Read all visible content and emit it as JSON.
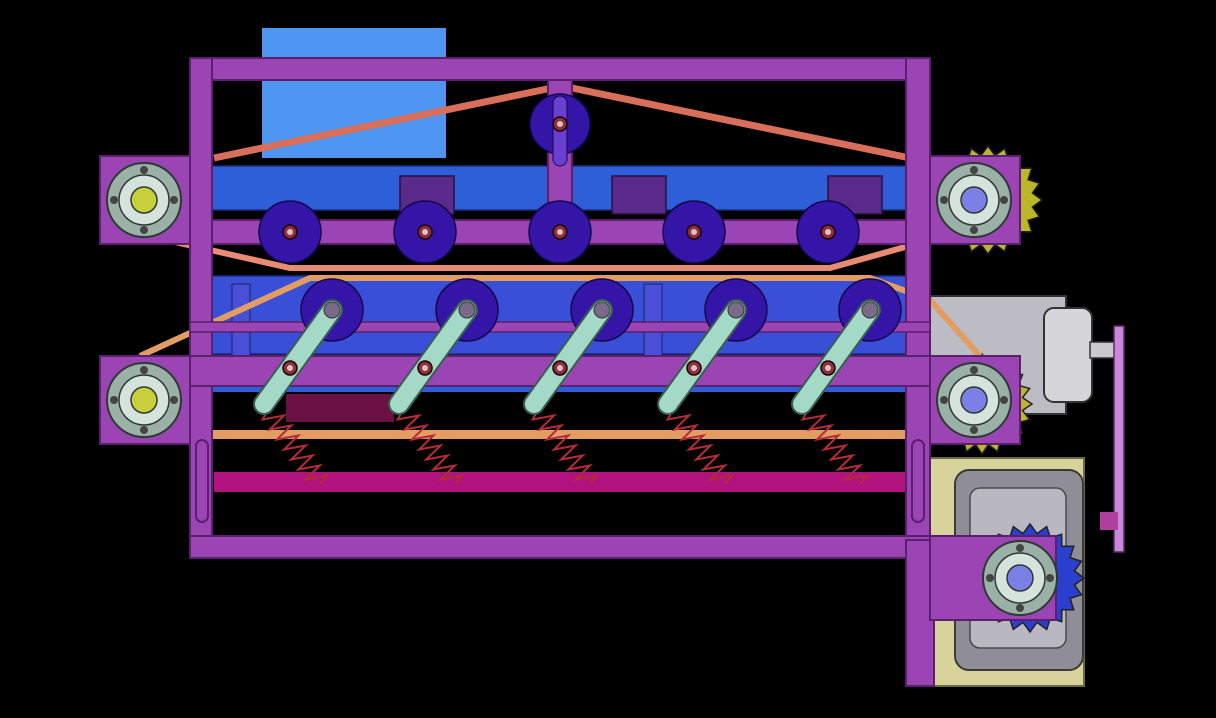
{
  "scene": {
    "description_free": true,
    "colors": {
      "background": "#000000",
      "frame": "#9b45b4",
      "frame_dark": "#7a2f91",
      "frame_stroke": "#5a1f6d",
      "blue_panel": "#2f5fd8",
      "blue_panel_dark": "#1f3fb0",
      "light_blue_block": "#4f96f2",
      "top_belt": "#d86f5a",
      "mid_belt": "#e39c62",
      "magenta_bar": "#b0127e",
      "lever": "#a3d9c6",
      "spring": "#b42c3a",
      "roller": "#3515a8",
      "roller_hub": "#6a3ed0",
      "nut": "#8a3040",
      "bearing_outer": "#9bb0a6",
      "bearing_inner": "#d6e2dc",
      "bearing_core_yellow": "#c8cf3a",
      "bearing_core_blue": "#7b7fe6",
      "gear_yellow": "#bdb52a",
      "gear_blue": "#2b3fcf",
      "gearbox_gray": "#9c9aa4",
      "gearbox_light": "#d6d6da",
      "olive_plate": "#d8d39a",
      "pink_shaft": "#c987d8"
    },
    "lower_rollers": 5,
    "upper_rollers": 5,
    "springs": 5
  }
}
